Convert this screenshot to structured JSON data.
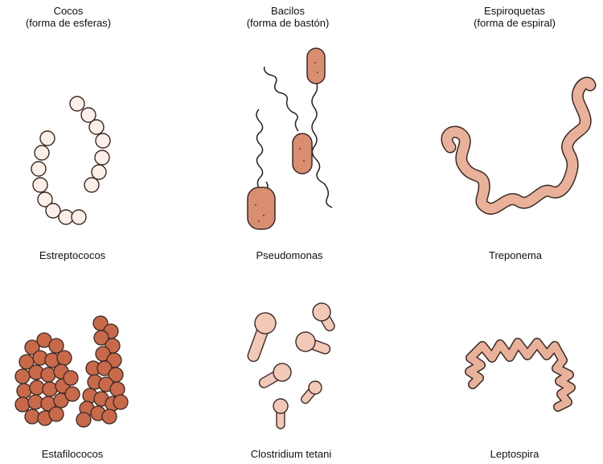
{
  "columns": [
    {
      "title": "Cocos",
      "subtitle": "(forma de esferas)"
    },
    {
      "title": "Bacilos",
      "subtitle": "(forma de bastón)"
    },
    {
      "title": "Espiroquetas",
      "subtitle": "(forma de espiral)"
    }
  ],
  "organisms": [
    {
      "name": "Estreptococos"
    },
    {
      "name": "Pseudomonas"
    },
    {
      "name": "Treponema"
    },
    {
      "name": "Estafilococos"
    },
    {
      "name": "Clostridium tetani"
    },
    {
      "name": "Leptospira"
    }
  ],
  "colors": {
    "outline": "#3a2a26",
    "cocci_light": "#fbefe8",
    "bacilli_fill": "#d98e72",
    "spiro_fill": "#eab19a",
    "staph_fill": "#c8694a",
    "clostridium_fill": "#f2c8b6"
  }
}
